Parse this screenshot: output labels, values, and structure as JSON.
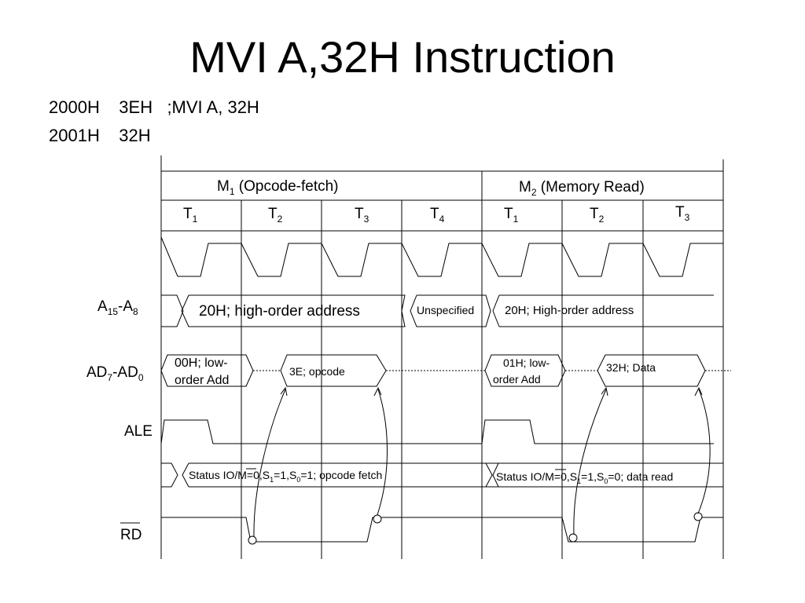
{
  "title": "MVI A,32H Instruction",
  "code_lines": [
    {
      "addr": "2000H",
      "byte": "3EH",
      "comment": ";MVI A, 32H"
    },
    {
      "addr": "2001H",
      "byte": "32H",
      "comment": ""
    }
  ],
  "machine_cycles": [
    {
      "label": "M",
      "sub": "1",
      "suffix": " (Opcode-fetch)"
    },
    {
      "label": "M",
      "sub": "2",
      "suffix": " (Memory Read)"
    }
  ],
  "t_states": [
    {
      "label": "T",
      "sub": "1"
    },
    {
      "label": "T",
      "sub": "2"
    },
    {
      "label": "T",
      "sub": "3"
    },
    {
      "label": "T",
      "sub": "4"
    },
    {
      "label": "T",
      "sub": "1"
    },
    {
      "label": "T",
      "sub": "2"
    },
    {
      "label": "T",
      "sub": "3"
    }
  ],
  "signals": {
    "a15_a8": {
      "p1": "A",
      "s1": "15",
      "p2": "-A",
      "s2": "8"
    },
    "ad7_ad0": {
      "p1": "AD",
      "s1": "7",
      "p2": "-AD",
      "s2": "0"
    },
    "ale": "ALE",
    "rd": "RD"
  },
  "bus_labels": {
    "high_addr_m1": "20H; high-order address",
    "unspecified": "Unspecified",
    "high_addr_m2": "20H; High-order address",
    "low_addr_m1_line1": "00H; low-",
    "low_addr_m1_line2": "order Add",
    "opcode": "3E; opcode",
    "low_addr_m2_line1": "01H; low-",
    "low_addr_m2_line2": "order Add",
    "data": "32H; Data"
  },
  "status_m1": {
    "a": "Status IO/",
    "m": "M",
    "b": "=0,S",
    "s1": "1",
    "c": "=1,S",
    "s0": "0",
    "d": "=1; opcode fetch"
  },
  "status_m2": {
    "a": "Status IO/",
    "m": "M",
    "b": "=0,S",
    "s1": "1",
    "c": "=1,S",
    "s0": "0",
    "d": "=0; data read"
  }
}
